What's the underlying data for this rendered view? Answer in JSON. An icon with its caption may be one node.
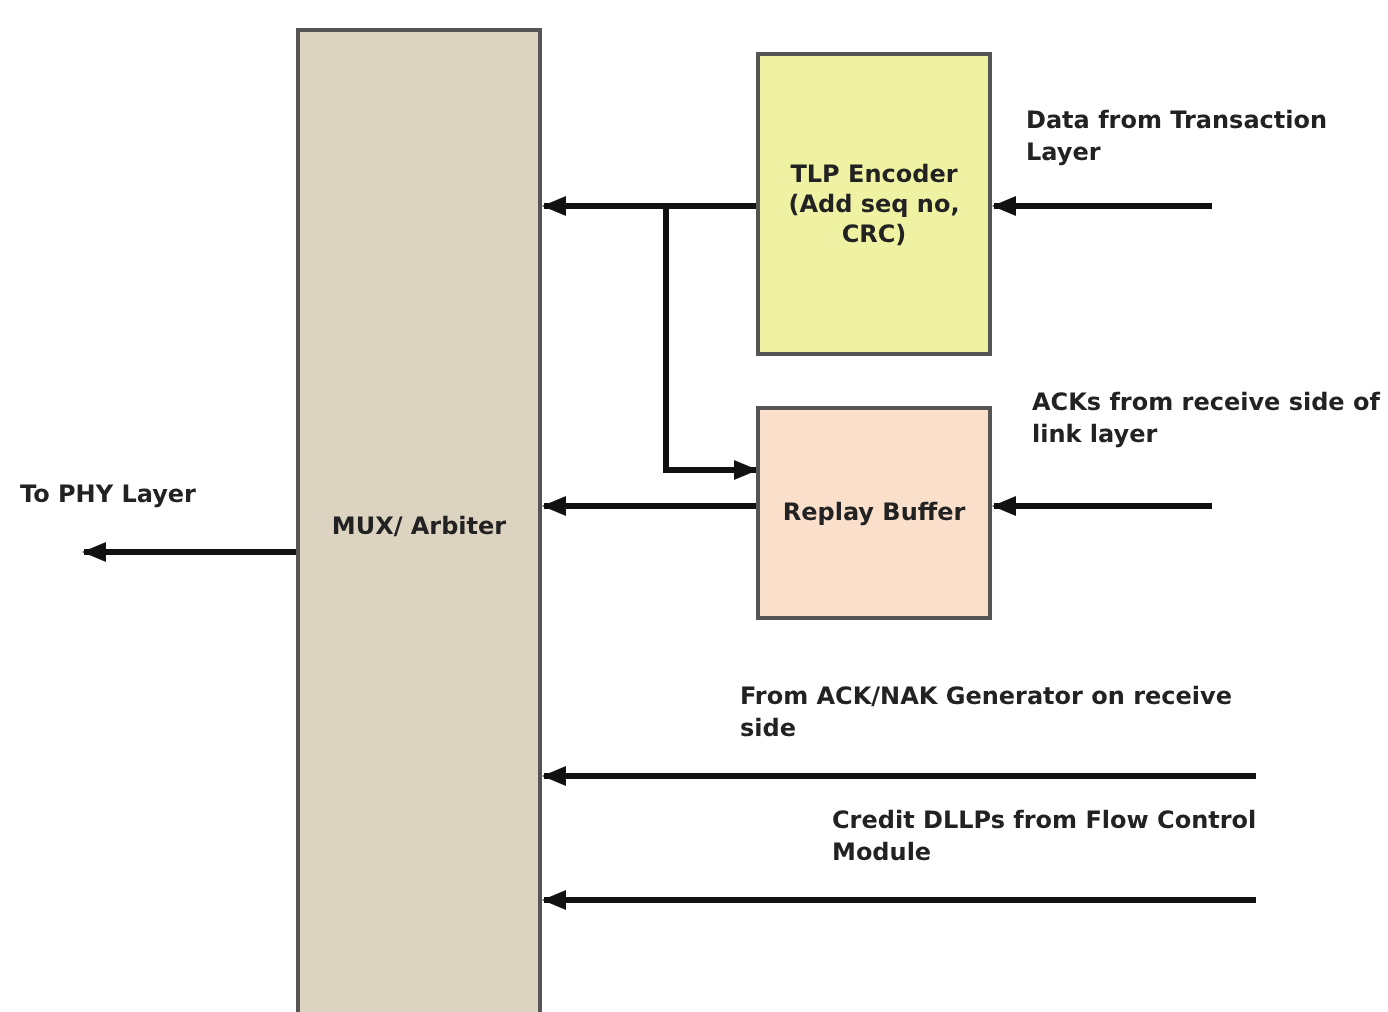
{
  "diagram": {
    "nodes": [
      {
        "text": [
          "MUX/ Arbiter"
        ]
      },
      {
        "text": [
          "TLP Encoder (Add seq no, CRC)"
        ]
      },
      {
        "text": [
          "Replay Buffer"
        ]
      }
    ],
    "edges": [
      {
        "from": 1,
        "to": 0,
        "arrow": "to"
      },
      {
        "from": 1,
        "to": 2,
        "arrow": "to"
      },
      {
        "from": 2,
        "to": 0,
        "arrow": "to"
      },
      {
        "from": null,
        "to": 1,
        "arrow": "to",
        "label": "Data from Transaction Layer"
      },
      {
        "from": null,
        "to": 2,
        "arrow": "to",
        "label": "ACKs from receive side of link layer"
      },
      {
        "from": null,
        "to": 0,
        "arrow": "to",
        "label": "From ACK/NAK Generator on receive side"
      },
      {
        "from": null,
        "to": 0,
        "arrow": "to",
        "label": "Credit DLLPs from Flow Control Module"
      },
      {
        "from": 0,
        "to": null,
        "arrow": "to",
        "label": "To PHY Layer"
      }
    ]
  }
}
